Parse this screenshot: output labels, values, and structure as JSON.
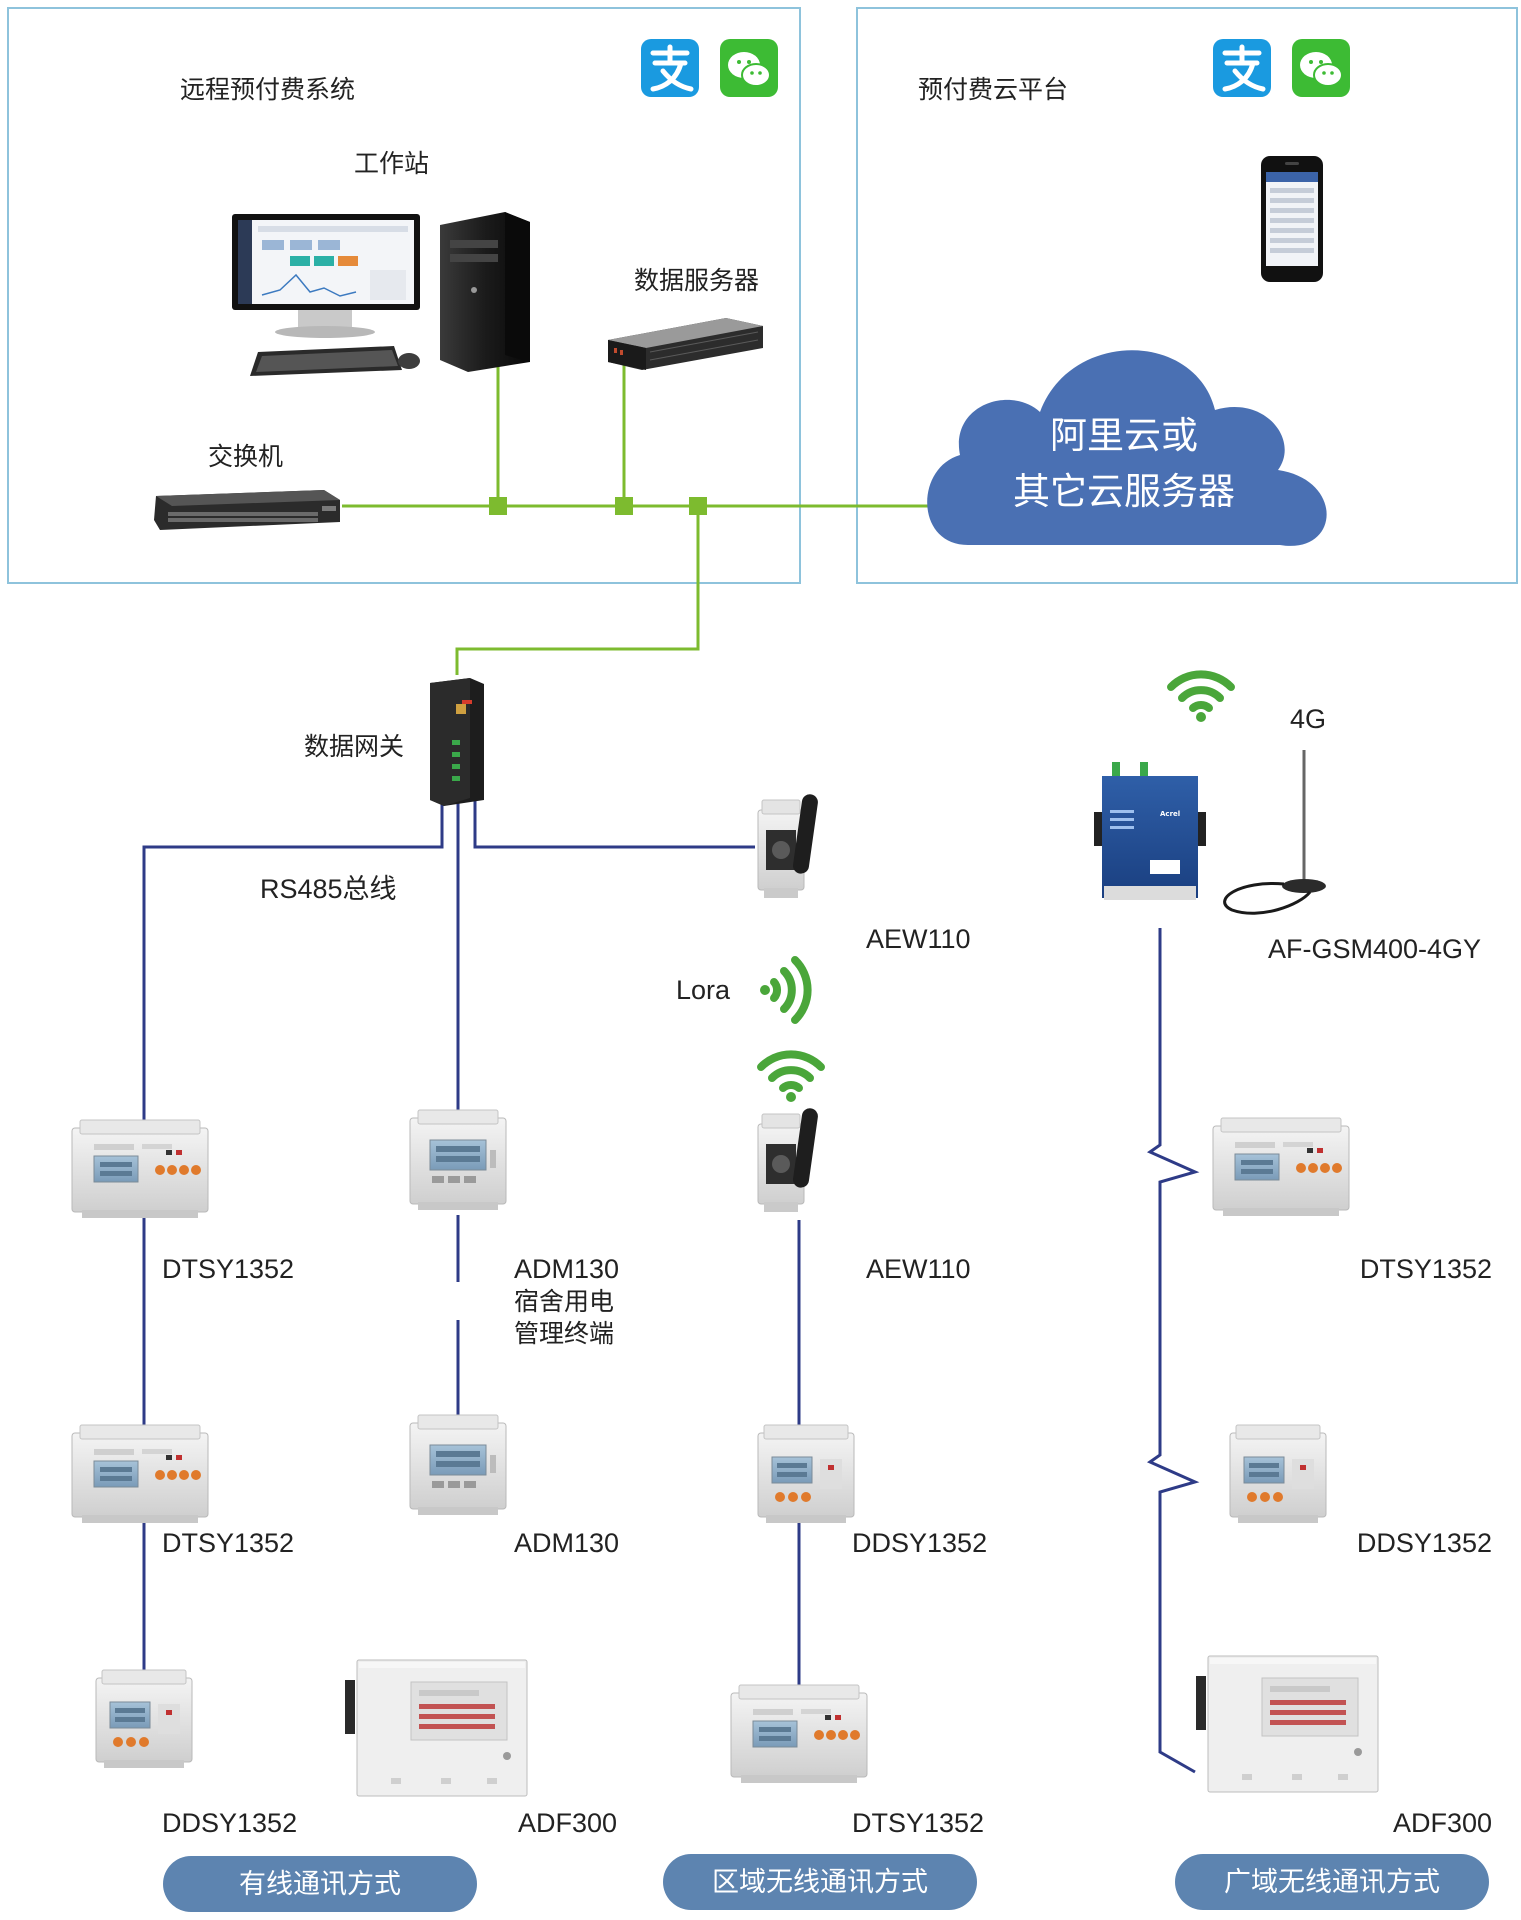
{
  "colors": {
    "box_border": "#8ec3dc",
    "ethernet": "#7dbb2f",
    "bus": "#2e3b87",
    "cloud": "#4a70b3",
    "pill": "#5d84b0",
    "wifi": "#4aa63a",
    "alipay": "#1a9ae0",
    "wechat": "#3dbb34"
  },
  "left_panel": {
    "title": "远程预付费系统",
    "workstation_label": "工作站",
    "server_label": "数据服务器",
    "switch_label": "交换机"
  },
  "right_panel": {
    "title": "预付费云平台",
    "cloud_line1": "阿里云或",
    "cloud_line2": "其它云服务器"
  },
  "gateway_label": "数据网关",
  "bus_label": "RS485总线",
  "lora_label": "Lora",
  "fourg_label": "4G",
  "devices": {
    "aew_top": "AEW110",
    "gsm": "AF-GSM400-4GY",
    "c1_r1": "DTSY1352",
    "c1_r2": "DTSY1352",
    "c1_r3": "DDSY1352",
    "c2_r1_a": "ADM130",
    "c2_r1_b": "宿舍用电",
    "c2_r1_c": "管理终端",
    "c2_r2": "ADM130",
    "c2_r3": "ADF300",
    "c3_r1": "AEW110",
    "c3_r2": "DDSY1352",
    "c3_r3": "DTSY1352",
    "c4_r1": "DTSY1352",
    "c4_r2": "DDSY1352",
    "c4_r3": "ADF300"
  },
  "footer": {
    "wired": "有线通讯方式",
    "regional": "区域无线通讯方式",
    "wide": "广域无线通讯方式"
  },
  "brand": "Acrel",
  "icons": [
    "alipay-icon",
    "wechat-icon",
    "monitor-icon",
    "pc-tower-icon",
    "server-icon",
    "switch-icon",
    "smartphone-icon",
    "cloud-icon",
    "gateway-icon",
    "wifi-icon",
    "antenna-icon",
    "meter-icon"
  ]
}
